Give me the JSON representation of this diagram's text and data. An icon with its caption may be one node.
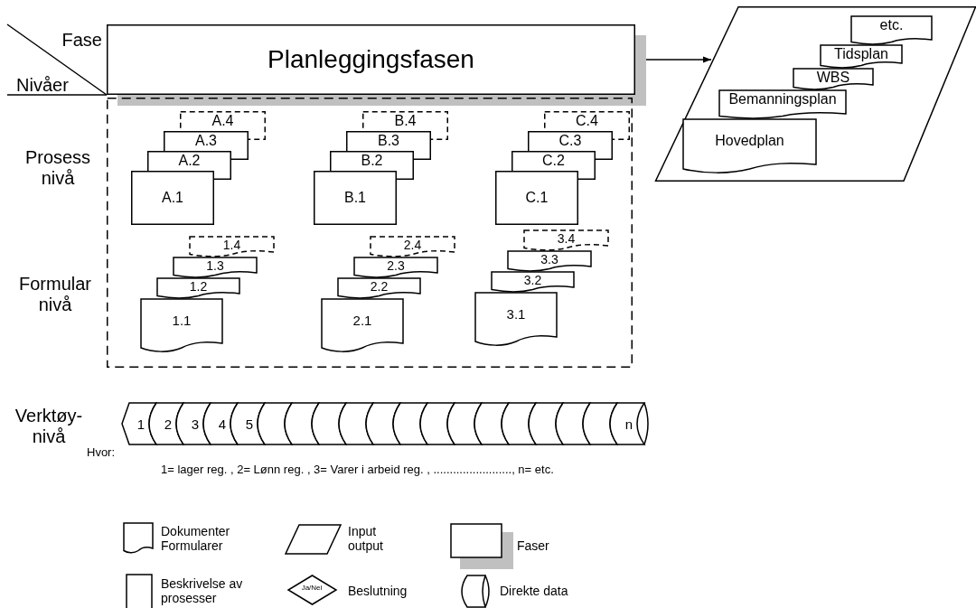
{
  "diagram": {
    "nodes": [
      {
        "text": [
          "Planleggingsfasen"
        ]
      },
      {
        "text": [],
        "shape": "parallelogram"
      },
      {
        "text": [
          "etc."
        ],
        "in": 1
      },
      {
        "text": [
          "Tidsplan"
        ],
        "in": 1
      },
      {
        "text": [
          "WBS"
        ],
        "in": 1
      },
      {
        "text": [
          "Bemanningsplan"
        ],
        "in": 1
      },
      {
        "text": [
          "Hovedplan"
        ],
        "in": 1
      },
      {
        "text": [],
        "shape": "box"
      },
      {
        "text": [
          "A.4"
        ],
        "in": 7
      },
      {
        "text": [
          "A.3"
        ],
        "in": 7
      },
      {
        "text": [
          "A.2"
        ],
        "in": 7
      },
      {
        "text": [
          "A.1"
        ],
        "in": 7
      },
      {
        "text": [
          "B.4"
        ],
        "in": 7
      },
      {
        "text": [
          "B.3"
        ],
        "in": 7
      },
      {
        "text": [
          "B.2"
        ],
        "in": 7
      },
      {
        "text": [
          "B.1"
        ],
        "in": 7
      },
      {
        "text": [
          "C.4"
        ],
        "in": 7
      },
      {
        "text": [
          "C.3"
        ],
        "in": 7
      },
      {
        "text": [
          "C.2"
        ],
        "in": 7
      },
      {
        "text": [
          "C.1"
        ],
        "in": 7
      },
      {
        "text": [
          "1.4"
        ],
        "in": 7
      },
      {
        "text": [
          "1.3"
        ],
        "in": 7
      },
      {
        "text": [
          "1.2"
        ],
        "in": 7
      },
      {
        "text": [
          "1.1"
        ],
        "in": 7
      },
      {
        "text": [
          "2.4"
        ],
        "in": 7
      },
      {
        "text": [
          "2.3"
        ],
        "in": 7
      },
      {
        "text": [
          "2.2"
        ],
        "in": 7
      },
      {
        "text": [
          "2.1"
        ],
        "in": 7
      },
      {
        "text": [
          "3.4"
        ],
        "in": 7
      },
      {
        "text": [
          "3.3"
        ],
        "in": 7
      },
      {
        "text": [
          "3.2"
        ],
        "in": 7
      },
      {
        "text": [
          "3.1"
        ],
        "in": 7
      },
      {
        "text": [
          "1"
        ]
      },
      {
        "text": [
          "2"
        ]
      },
      {
        "text": [
          "3"
        ]
      },
      {
        "text": [
          "4"
        ]
      },
      {
        "text": [
          "5"
        ]
      },
      {
        "text": [],
        "shape": "cylinder"
      },
      {
        "text": [],
        "shape": "cylinder"
      },
      {
        "text": [],
        "shape": "cylinder"
      },
      {
        "text": [],
        "shape": "cylinder"
      },
      {
        "text": [],
        "shape": "cylinder"
      },
      {
        "text": [],
        "shape": "cylinder"
      },
      {
        "text": [],
        "shape": "cylinder"
      },
      {
        "text": [],
        "shape": "cylinder"
      },
      {
        "text": [],
        "shape": "cylinder"
      },
      {
        "text": [],
        "shape": "cylinder"
      },
      {
        "text": [],
        "shape": "cylinder"
      },
      {
        "text": [],
        "shape": "cylinder"
      },
      {
        "text": [],
        "shape": "cylinder"
      },
      {
        "text": [
          "n"
        ]
      }
    ],
    "edges": [
      {
        "from": 0,
        "to": 1,
        "arrow": "to"
      }
    ],
    "labels": [
      "Fase",
      "Nivåer",
      "Prosess nivå",
      "Formular nivå",
      "Verktøy- nivå",
      "Hvor:",
      "1= lager reg. , 2= Lønn reg. , 3= Varer i arbeid reg. , ........................, n= etc.",
      "Ja/Nei"
    ],
    "legend": [
      {
        "text": "Dokumenter Formularer"
      },
      {
        "text": "Input output"
      },
      {
        "text": "Faser"
      },
      {
        "text": "Beskrivelse av prosesser"
      },
      {
        "text": "Beslutning"
      },
      {
        "text": "Direkte data"
      }
    ]
  }
}
